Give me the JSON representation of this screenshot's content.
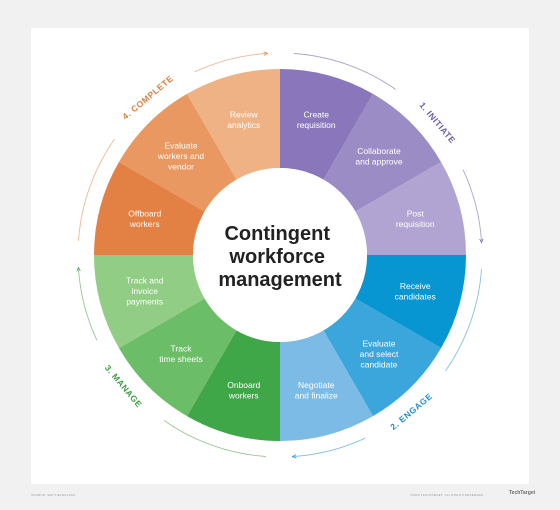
{
  "title_lines": [
    "Contingent",
    "workforce",
    "management"
  ],
  "phases": [
    {
      "id": "initiate",
      "label": "1. INITIATE",
      "color": "#6a5ba8",
      "steps": [
        {
          "lines": [
            "Create",
            "requisition"
          ],
          "color": "#8a77bb"
        },
        {
          "lines": [
            "Collaborate",
            "and approve"
          ],
          "color": "#9c8cc6"
        },
        {
          "lines": [
            "Post",
            "requisition"
          ],
          "color": "#b1a4d3"
        }
      ]
    },
    {
      "id": "engage",
      "label": "2. ENGAGE",
      "color": "#1f8fcb",
      "steps": [
        {
          "lines": [
            "Receive",
            "candidates"
          ],
          "color": "#0796d2"
        },
        {
          "lines": [
            "Evaluate",
            "and select",
            "candidate"
          ],
          "color": "#3aa6dc"
        },
        {
          "lines": [
            "Negotiate",
            "and finalize"
          ],
          "color": "#7cbbe6"
        }
      ]
    },
    {
      "id": "manage",
      "label": "3. MANAGE",
      "color": "#3e9c44",
      "steps": [
        {
          "lines": [
            "Onboard",
            "workers"
          ],
          "color": "#3fa748"
        },
        {
          "lines": [
            "Track",
            "time sheets"
          ],
          "color": "#6cbd67"
        },
        {
          "lines": [
            "Track and",
            "invoice",
            "payments"
          ],
          "color": "#91cd84"
        }
      ]
    },
    {
      "id": "complete",
      "label": "4. COMPLETE",
      "color": "#e07d3c",
      "steps": [
        {
          "lines": [
            "Offboard",
            "workers"
          ],
          "color": "#e38043"
        },
        {
          "lines": [
            "Evaluate",
            "workers and",
            "vendor"
          ],
          "color": "#e89860"
        },
        {
          "lines": [
            "Review",
            "analytics"
          ],
          "color": "#eeb285"
        }
      ]
    }
  ],
  "footer": {
    "source": "SOURCE: SAP FIELDGLASS",
    "copyright": "©2023 TECHTARGET. ALL RIGHTS RESERVED.",
    "brand": "TechTarget"
  }
}
